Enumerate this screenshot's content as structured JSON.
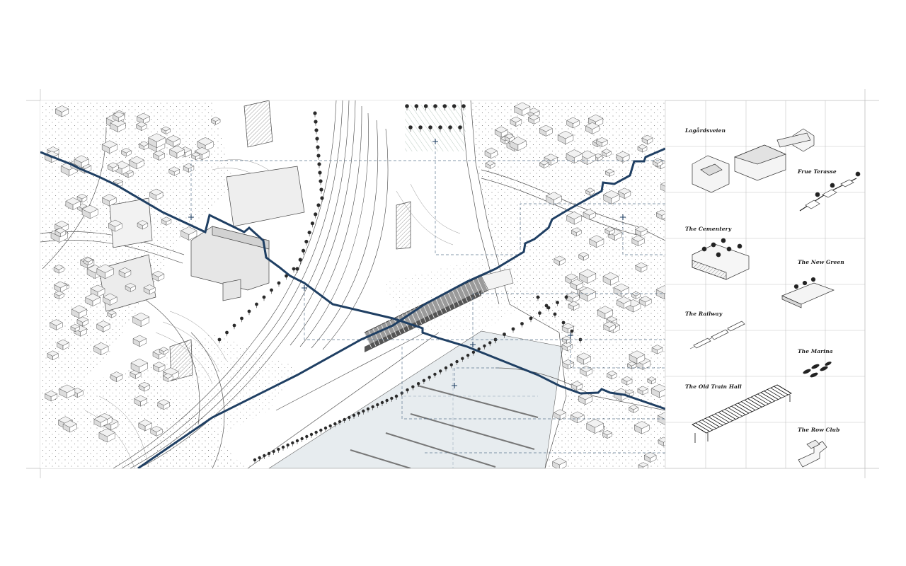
{
  "colors": {
    "route": "#1f3f63",
    "leader": "#5d7790",
    "line": "#3a3a3a",
    "water": "#e7ecef",
    "grid": "#bdbdbd"
  },
  "legend": {
    "items": [
      {
        "label": "Lagårdsveien"
      },
      {
        "label": "Frue Terasse"
      },
      {
        "label": "The Cementery"
      },
      {
        "label": "The New Green"
      },
      {
        "label": "The Railway"
      },
      {
        "label": "The Marina"
      },
      {
        "label": "The Old Train Hall"
      },
      {
        "label": "The Row Club"
      }
    ]
  }
}
